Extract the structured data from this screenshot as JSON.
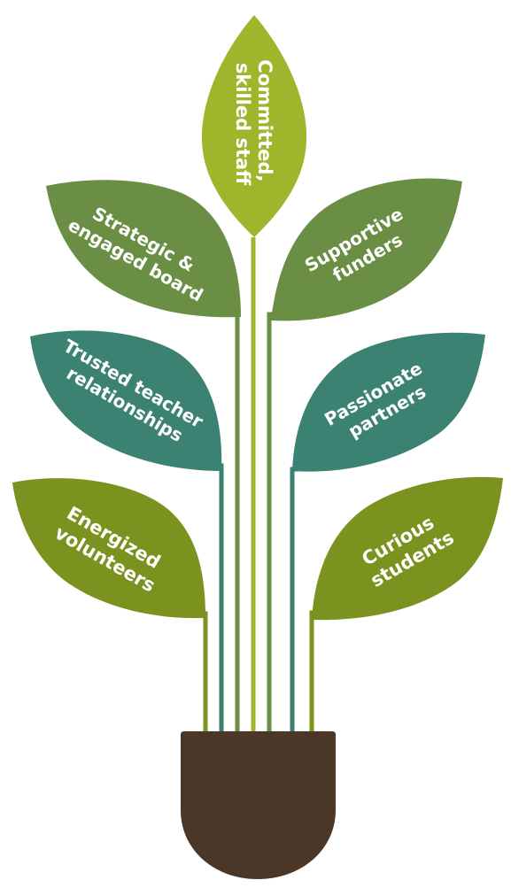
{
  "colors": {
    "light_green": "#9fb52b",
    "mid_green": "#6a8e43",
    "teal": "#3b8273",
    "olive": "#7b921f",
    "pot": "#4a3728"
  },
  "leaves": {
    "top": {
      "line1": "Committed,",
      "line2": "skilled staff"
    },
    "upper_left": {
      "line1": "Strategic &",
      "line2": "engaged board"
    },
    "upper_right": {
      "line1": "Supportive",
      "line2": "funders"
    },
    "middle_left": {
      "line1": "Trusted teacher",
      "line2": "relationships"
    },
    "middle_right": {
      "line1": "Passionate",
      "line2": "partners"
    },
    "lower_left": {
      "line1": "Energized",
      "line2": "volunteers"
    },
    "lower_right": {
      "line1": "Curious",
      "line2": "students"
    }
  }
}
